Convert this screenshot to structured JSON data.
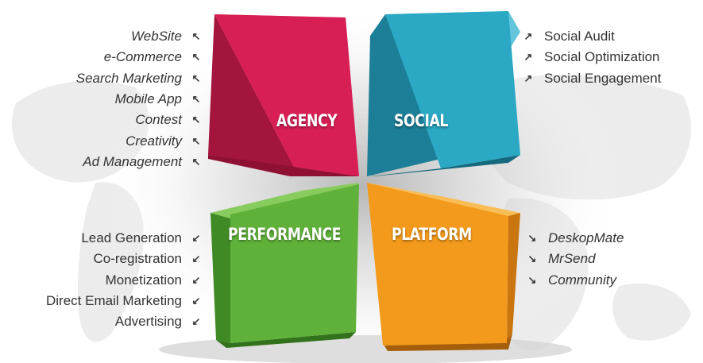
{
  "quadrants": {
    "agency": {
      "label": "AGENCY",
      "colors": {
        "front": "#d81f55",
        "side": "#a3153c",
        "top": "#ee5b86",
        "bottom": "#8e1033"
      },
      "items": [
        "WebSite",
        "e-Commerce",
        "Search Marketing",
        "Mobile App",
        "Contest",
        "Creativity",
        "Ad Management"
      ]
    },
    "social": {
      "label": "SOCIAL",
      "colors": {
        "front": "#2aa8c4",
        "side": "#1c7f97",
        "top": "#63c6dc",
        "bottom": "#15697e"
      },
      "items": [
        "Social Audit",
        "Social Optimization",
        "Social Engagement"
      ]
    },
    "performance": {
      "label": "PERFORMANCE",
      "colors": {
        "front": "#5fb13a",
        "side": "#3f8a24",
        "top": "#88cc5e",
        "bottom": "#33721c"
      },
      "items": [
        "Lead Generation",
        "Co-registration",
        "Monetization",
        "Direct Email Marketing",
        "Advertising"
      ]
    },
    "platform": {
      "label": "PLATFORM",
      "colors": {
        "front": "#f39a1c",
        "side": "#c97510",
        "top": "#f9bd56",
        "bottom": "#a55e0b"
      },
      "items": [
        "DeskopMate",
        "MrSend",
        "Community"
      ]
    }
  },
  "arrows": {
    "agency": "↖",
    "social": "↗",
    "performance": "↙",
    "platform": "↘"
  },
  "icons": {
    "agency": "arrow-up-left-icon",
    "social": "arrow-up-right-icon",
    "performance": "arrow-down-left-icon",
    "platform": "arrow-down-right-icon"
  },
  "background": {
    "map_color": "#e9e9e9",
    "glow_color": "#bdbdbd"
  }
}
